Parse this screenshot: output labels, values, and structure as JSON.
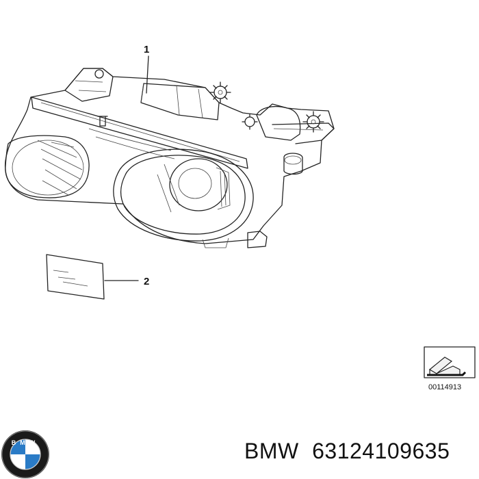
{
  "callouts": [
    {
      "label": "1"
    },
    {
      "label": "2"
    }
  ],
  "reference_number": "00114913",
  "caption": {
    "brand": "BMW",
    "part_number": "63124109635"
  },
  "logo": {
    "text": "BMW",
    "colors": {
      "blue": "#2a7bc6",
      "white": "#ffffff",
      "ring": "#1a1a1a"
    }
  }
}
